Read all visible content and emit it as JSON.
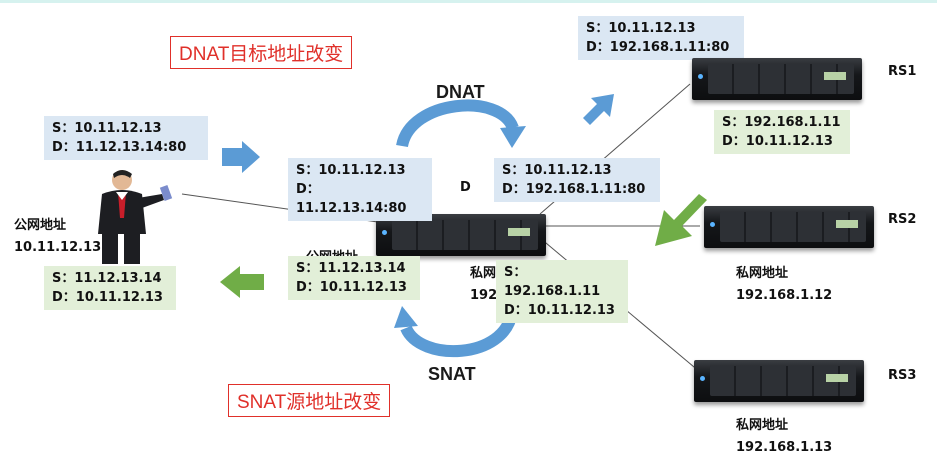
{
  "titles": {
    "dnat_change": "DNAT目标地址改变",
    "snat_change": "SNAT源地址改变",
    "dnat": "DNAT",
    "snat": "SNAT",
    "director": "D"
  },
  "client": {
    "label": "公网地址",
    "ip": "10.11.12.13",
    "request": {
      "s": "S：10.11.12.13",
      "d": "D：11.12.13.14:80"
    },
    "reply": {
      "s": "S：11.12.13.14",
      "d": "D：10.11.12.13"
    }
  },
  "director": {
    "public_label": "公网地址",
    "private_label": "私网",
    "private_ip_partial": "192",
    "in_packet": {
      "s": "S：10.11.12.13",
      "d": "D：11.12.13.14:80"
    },
    "out_packet": {
      "s": "S：10.11.12.13",
      "d": "D：192.168.1.11:80"
    },
    "reply_in": {
      "s": "S：192.168.1.11",
      "d": "D：10.11.12.13"
    },
    "reply_out": {
      "s": "S：11.12.13.14",
      "d": "D：10.11.12.13"
    }
  },
  "rs1": {
    "name": "RS1",
    "inbound": {
      "s": "S：10.11.12.13",
      "d": "D：192.168.1.11:80"
    },
    "reply": {
      "s": "S：192.168.1.11",
      "d": "D：10.11.12.13"
    }
  },
  "rs2": {
    "name": "RS2",
    "label": "私网地址",
    "ip": "192.168.1.12"
  },
  "rs3": {
    "name": "RS3",
    "label": "私网地址",
    "ip": "192.168.1.13"
  },
  "colors": {
    "blue_box": "#dbe7f3",
    "green_box": "#e2efd8",
    "red": "#e0302a",
    "blue_arrow": "#5b9bd5",
    "green_arrow": "#70ad47"
  }
}
